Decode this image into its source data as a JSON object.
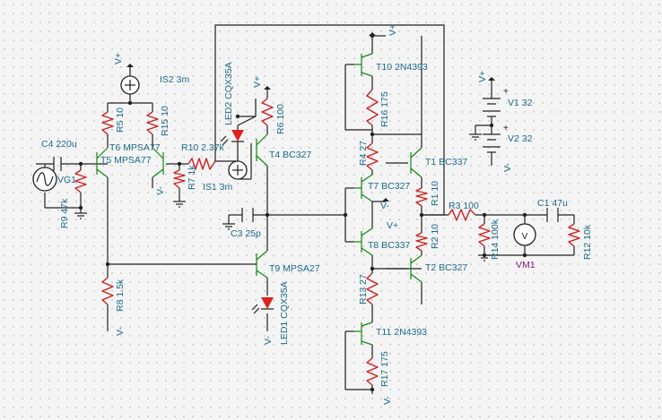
{
  "components": {
    "is2": "IS2 3m",
    "r5": "R5 10",
    "r15": "R15 10",
    "c4": "C4 220u",
    "t6": "T6 MPSA77",
    "t5": "T5 MPSA77",
    "r10": "R10 2.37k",
    "vg1": "VG1",
    "r9": "R9 47k",
    "r7": "R7 1k",
    "is1": "IS1 3m",
    "led2": "LED2 CQX35A",
    "r6": "R6 100",
    "t4": "T4 BC327",
    "c3": "C3 25p",
    "t9": "T9 MPSA27",
    "led1": "LED1 CQX35A",
    "r8": "R8 1.5k",
    "t10": "T10 2N4393",
    "r16": "R16 175",
    "r4": "R4 27",
    "t1": "T1 BC337",
    "t7": "T7 BC327",
    "t8": "T8 BC337",
    "r1": "R1 10",
    "r2": "R2 10",
    "r3": "R3 100",
    "c1": "C1 47u",
    "r14": "R14 100k",
    "r12": "R12 10k",
    "vm1": "VM1",
    "t2": "T2 BC327",
    "r13": "R13 27",
    "t11": "T11 2N4393",
    "r17": "R17 175",
    "v1": "V1 32",
    "v2": "V2 32"
  },
  "rails": {
    "vplus": "V+",
    "vminus": "V-"
  },
  "colors": {
    "wire": "#202020",
    "resistor": "#cc2020",
    "label": "#1a6a8a",
    "transistor": "#118811",
    "led": "#dd2222",
    "meter_label": "#7a1a7a"
  }
}
